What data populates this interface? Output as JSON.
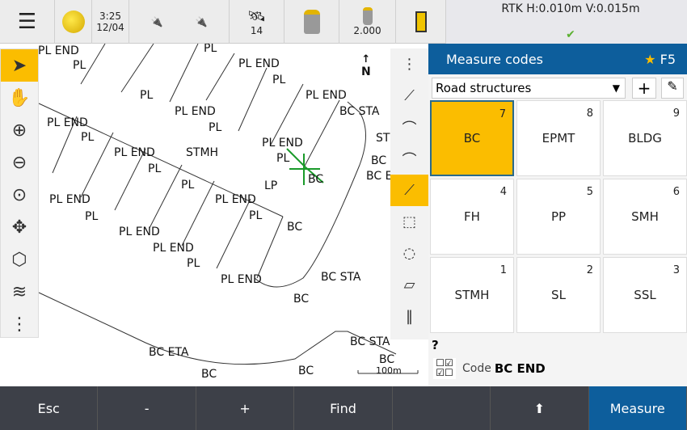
{
  "status_bar": {
    "time": "3:25",
    "date": "12/04",
    "satellites": "14",
    "antenna_height": "2.000",
    "rtk": "RTK H:0.010m V:0.015m",
    "check": "✔"
  },
  "map": {
    "north": "N",
    "scale": "100m",
    "labels": [
      "PL END",
      "PL",
      "PL",
      "PL END",
      "PL",
      "PL",
      "PL END",
      "PL END",
      "BC STA",
      "PL END",
      "PL",
      "ST",
      "PL",
      "PL END",
      "STMH",
      "PL END",
      "BC",
      "PL",
      "PL",
      "BC E",
      "BC",
      "PL",
      "LP",
      "PL END",
      "PL END",
      "PL",
      "PL",
      "BC",
      "PL END",
      "PL END",
      "PL",
      "BC STA",
      "PL END",
      "BC",
      "BC ETA",
      "BC STA",
      "BC",
      "BC",
      "BC"
    ]
  },
  "panel": {
    "title": "Measure codes",
    "shortcut": "F5",
    "group": "Road structures",
    "add": "+",
    "codes": [
      {
        "label": "BC",
        "num": "7",
        "selected": true
      },
      {
        "label": "EPMT",
        "num": "8"
      },
      {
        "label": "BLDG",
        "num": "9"
      },
      {
        "label": "FH",
        "num": "4"
      },
      {
        "label": "PP",
        "num": "5"
      },
      {
        "label": "SMH",
        "num": "6"
      },
      {
        "label": "STMH",
        "num": "1"
      },
      {
        "label": "SL",
        "num": "2"
      },
      {
        "label": "SSL",
        "num": "3"
      }
    ],
    "help": "?",
    "code_label": "Code",
    "code_value": "BC END"
  },
  "bottom": [
    "Esc",
    "-",
    "+",
    "Find",
    "",
    "⬆",
    "Measure"
  ],
  "colors": {
    "accent": "#fbbd00",
    "header": "#0d5e9c",
    "measure": "#0d5e9c"
  }
}
